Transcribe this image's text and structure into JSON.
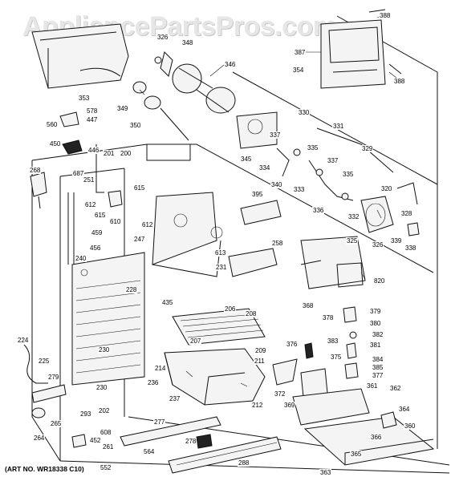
{
  "watermark": "AppliancePartsPros.com",
  "art_number": "(ART NO. WR18338 C10)",
  "callouts": [
    {
      "id": "c388a",
      "text": "388"
    },
    {
      "id": "c387",
      "text": "387"
    },
    {
      "id": "c388b",
      "text": "388"
    },
    {
      "id": "c354",
      "text": "354"
    },
    {
      "id": "c346",
      "text": "346"
    },
    {
      "id": "c348",
      "text": "348"
    },
    {
      "id": "c326",
      "text": "326"
    },
    {
      "id": "c353",
      "text": "353"
    },
    {
      "id": "c349",
      "text": "349"
    },
    {
      "id": "c350",
      "text": "350"
    },
    {
      "id": "c578",
      "text": "578"
    },
    {
      "id": "c447",
      "text": "447"
    },
    {
      "id": "c560",
      "text": "560"
    },
    {
      "id": "c450",
      "text": "450"
    },
    {
      "id": "c446",
      "text": "446"
    },
    {
      "id": "c201",
      "text": "201"
    },
    {
      "id": "c200",
      "text": "200"
    },
    {
      "id": "c345",
      "text": "345"
    },
    {
      "id": "c330",
      "text": "330"
    },
    {
      "id": "c331",
      "text": "331"
    },
    {
      "id": "c337a",
      "text": "337"
    },
    {
      "id": "c335a",
      "text": "335"
    },
    {
      "id": "c334",
      "text": "334"
    },
    {
      "id": "c329",
      "text": "329"
    },
    {
      "id": "c337b",
      "text": "337"
    },
    {
      "id": "c340",
      "text": "340"
    },
    {
      "id": "c333",
      "text": "333"
    },
    {
      "id": "c335b",
      "text": "335"
    },
    {
      "id": "c268",
      "text": "268"
    },
    {
      "id": "c687",
      "text": "687"
    },
    {
      "id": "c251",
      "text": "251"
    },
    {
      "id": "c612a",
      "text": "612"
    },
    {
      "id": "c615a",
      "text": "615"
    },
    {
      "id": "c615b",
      "text": "615"
    },
    {
      "id": "c610",
      "text": "610"
    },
    {
      "id": "c612b",
      "text": "612"
    },
    {
      "id": "c395",
      "text": "395"
    },
    {
      "id": "c320",
      "text": "320"
    },
    {
      "id": "c336",
      "text": "336"
    },
    {
      "id": "c332",
      "text": "332"
    },
    {
      "id": "c328",
      "text": "328"
    },
    {
      "id": "c459",
      "text": "459"
    },
    {
      "id": "c247",
      "text": "247"
    },
    {
      "id": "c258",
      "text": "258"
    },
    {
      "id": "c325",
      "text": "325"
    },
    {
      "id": "c326b",
      "text": "326"
    },
    {
      "id": "c339",
      "text": "339"
    },
    {
      "id": "c338",
      "text": "338"
    },
    {
      "id": "c456",
      "text": "456"
    },
    {
      "id": "c613",
      "text": "613"
    },
    {
      "id": "c240",
      "text": "240"
    },
    {
      "id": "c231",
      "text": "231"
    },
    {
      "id": "c820",
      "text": "820"
    },
    {
      "id": "c228",
      "text": "228"
    },
    {
      "id": "c435",
      "text": "435"
    },
    {
      "id": "c368",
      "text": "368"
    },
    {
      "id": "c206",
      "text": "206"
    },
    {
      "id": "c208",
      "text": "208"
    },
    {
      "id": "c378",
      "text": "378"
    },
    {
      "id": "c379",
      "text": "379"
    },
    {
      "id": "c380",
      "text": "380"
    },
    {
      "id": "c224",
      "text": "224"
    },
    {
      "id": "c207",
      "text": "207"
    },
    {
      "id": "c382",
      "text": "382"
    },
    {
      "id": "c230a",
      "text": "230"
    },
    {
      "id": "c376",
      "text": "376"
    },
    {
      "id": "c383",
      "text": "383"
    },
    {
      "id": "c381",
      "text": "381"
    },
    {
      "id": "c209",
      "text": "209"
    },
    {
      "id": "c225",
      "text": "225"
    },
    {
      "id": "c211",
      "text": "211"
    },
    {
      "id": "c375",
      "text": "375"
    },
    {
      "id": "c384",
      "text": "384"
    },
    {
      "id": "c214",
      "text": "214"
    },
    {
      "id": "c385",
      "text": "385"
    },
    {
      "id": "c279",
      "text": "279"
    },
    {
      "id": "c236",
      "text": "236"
    },
    {
      "id": "c377",
      "text": "377"
    },
    {
      "id": "c230b",
      "text": "230"
    },
    {
      "id": "c361",
      "text": "361"
    },
    {
      "id": "c362",
      "text": "362"
    },
    {
      "id": "c237",
      "text": "237"
    },
    {
      "id": "c372",
      "text": "372"
    },
    {
      "id": "c212",
      "text": "212"
    },
    {
      "id": "c369",
      "text": "369"
    },
    {
      "id": "c202",
      "text": "202"
    },
    {
      "id": "c364",
      "text": "364"
    },
    {
      "id": "c293",
      "text": "293"
    },
    {
      "id": "c265",
      "text": "265"
    },
    {
      "id": "c277",
      "text": "277"
    },
    {
      "id": "c360",
      "text": "360"
    },
    {
      "id": "c264",
      "text": "264"
    },
    {
      "id": "c608",
      "text": "608"
    },
    {
      "id": "c452",
      "text": "452"
    },
    {
      "id": "c261",
      "text": "261"
    },
    {
      "id": "c278",
      "text": "278"
    },
    {
      "id": "c564",
      "text": "564"
    },
    {
      "id": "c366",
      "text": "366"
    },
    {
      "id": "c552",
      "text": "552"
    },
    {
      "id": "c288",
      "text": "288"
    },
    {
      "id": "c365",
      "text": "365"
    },
    {
      "id": "c363",
      "text": "363"
    }
  ]
}
